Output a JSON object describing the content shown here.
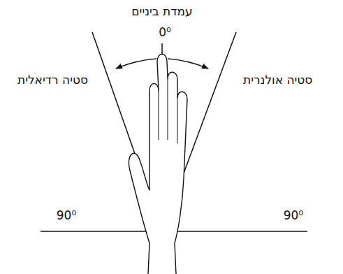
{
  "diagram": {
    "labels": [
      "עמדת ביניים",
      "0⁰",
      "סטיה רדיאלית",
      "סטיה אולנרית",
      "90⁰",
      "90⁰"
    ]
  }
}
